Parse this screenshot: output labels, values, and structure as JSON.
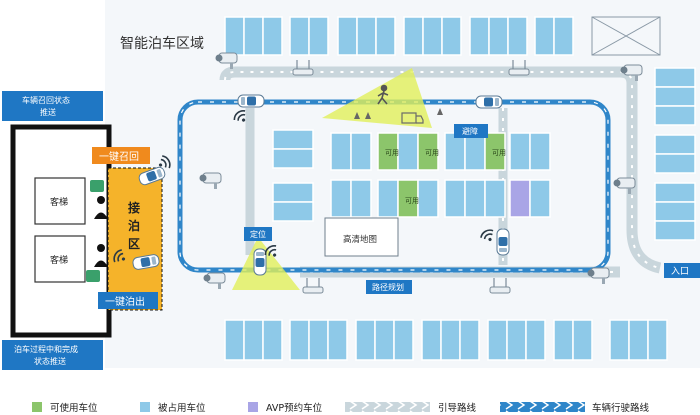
{
  "title": "智能泊车区域",
  "labels": {
    "recall_status": "车辆召回状态推送",
    "recall_status_l1": "车辆召回状态",
    "recall_status_l2": "推送",
    "one_key_recall": "一键召回",
    "one_key_out": "一键泊出",
    "elevator": "客梯",
    "pickup_zone": "接泊区",
    "process_status_l1": "泊车过程中和完成",
    "process_status_l2": "状态推送",
    "avoid": "避障",
    "locate": "定位",
    "hd_map": "高清地图",
    "path_plan": "路径规划",
    "entrance": "入口",
    "available_tag": "可用"
  },
  "legend": [
    {
      "label": "可使用车位",
      "color": "#8cc56b",
      "kind": "swatch"
    },
    {
      "label": "被占用车位",
      "color": "#8ec9e8",
      "kind": "swatch"
    },
    {
      "label": "AVP预约车位",
      "color": "#a9a5e6",
      "kind": "swatch"
    },
    {
      "label": "引导路线",
      "color": "#c9d6dc",
      "kind": "guide"
    },
    {
      "label": "车辆行驶路线",
      "color": "#2f86c9",
      "kind": "drive"
    }
  ],
  "colors": {
    "background": "#f4f7fa",
    "available": "#8cc56b",
    "occupied": "#8ec9e8",
    "avp": "#a9a5e6",
    "drive_route": "#2f86c9",
    "guide_route": "#c9d6dc",
    "accent_orange": "#f08a1d",
    "pickup_yellow": "#f5b32a",
    "sensor_cone": "#e1ef5a",
    "label_blue": "#1f77c4"
  },
  "icons": [
    "camera-icon",
    "wifi-icon",
    "car-icon",
    "pedestrian-icon",
    "truck-icon",
    "cone-icon",
    "router-icon"
  ]
}
